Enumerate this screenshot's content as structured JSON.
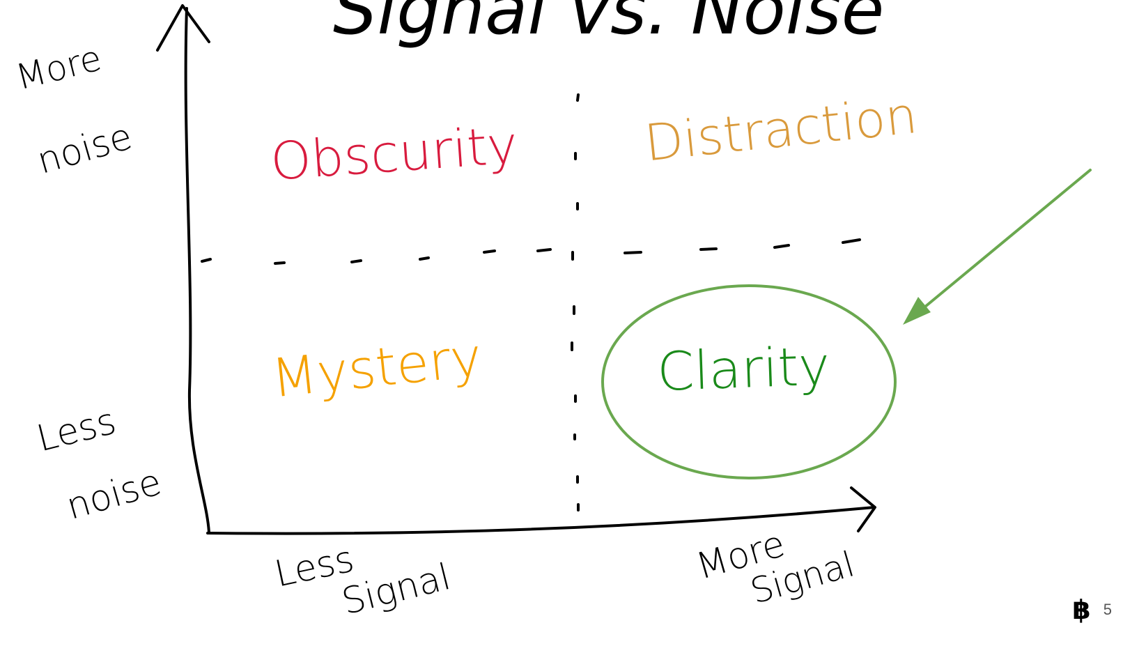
{
  "diagram": {
    "title": "Signal vs. Noise",
    "y_axis": {
      "top_label_line1": "More",
      "top_label_line2": "noise",
      "bottom_label_line1": "Less",
      "bottom_label_line2": "noise"
    },
    "x_axis": {
      "left_label_line1": "Less",
      "left_label_line2": "Signal",
      "right_label_line1": "More",
      "right_label_line2": "Signal"
    },
    "quadrants": {
      "top_left": {
        "label": "Obscurity",
        "color": "#d81b3e"
      },
      "top_right": {
        "label": "Distraction",
        "color": "#d99a3c"
      },
      "bottom_left": {
        "label": "Mystery",
        "color": "#f5a100"
      },
      "bottom_right": {
        "label": "Clarity",
        "color": "#1a8a1a"
      }
    },
    "highlight_color": "#6aa84f",
    "axis_color": "#000000"
  },
  "footer": {
    "logo_icon": "bitcoin-icon",
    "logo_glyph": "฿",
    "page_number": "5"
  }
}
